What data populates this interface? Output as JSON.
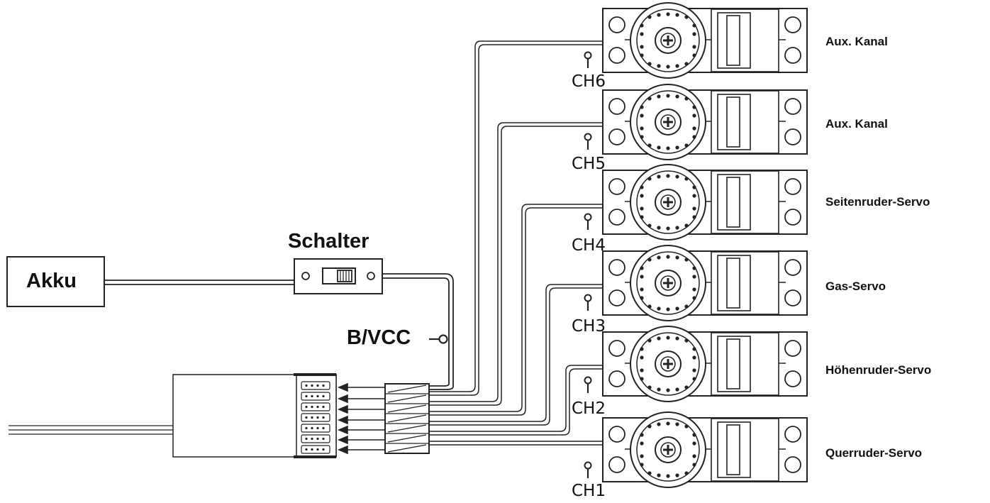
{
  "battery": {
    "label": "Akku"
  },
  "switch": {
    "label": "Schalter"
  },
  "bvcc": {
    "label": "B/VCC"
  },
  "servos": [
    {
      "channel": "CH6",
      "label": "Aux. Kanal"
    },
    {
      "channel": "CH5",
      "label": "Aux. Kanal"
    },
    {
      "channel": "CH4",
      "label": "Seitenruder-Servo"
    },
    {
      "channel": "CH3",
      "label": "Gas-Servo"
    },
    {
      "channel": "CH2",
      "label": "Höhenruder-Servo"
    },
    {
      "channel": "CH1",
      "label": "Querruder-Servo"
    }
  ],
  "colors": {
    "line": "#222222",
    "background": "#ffffff"
  }
}
